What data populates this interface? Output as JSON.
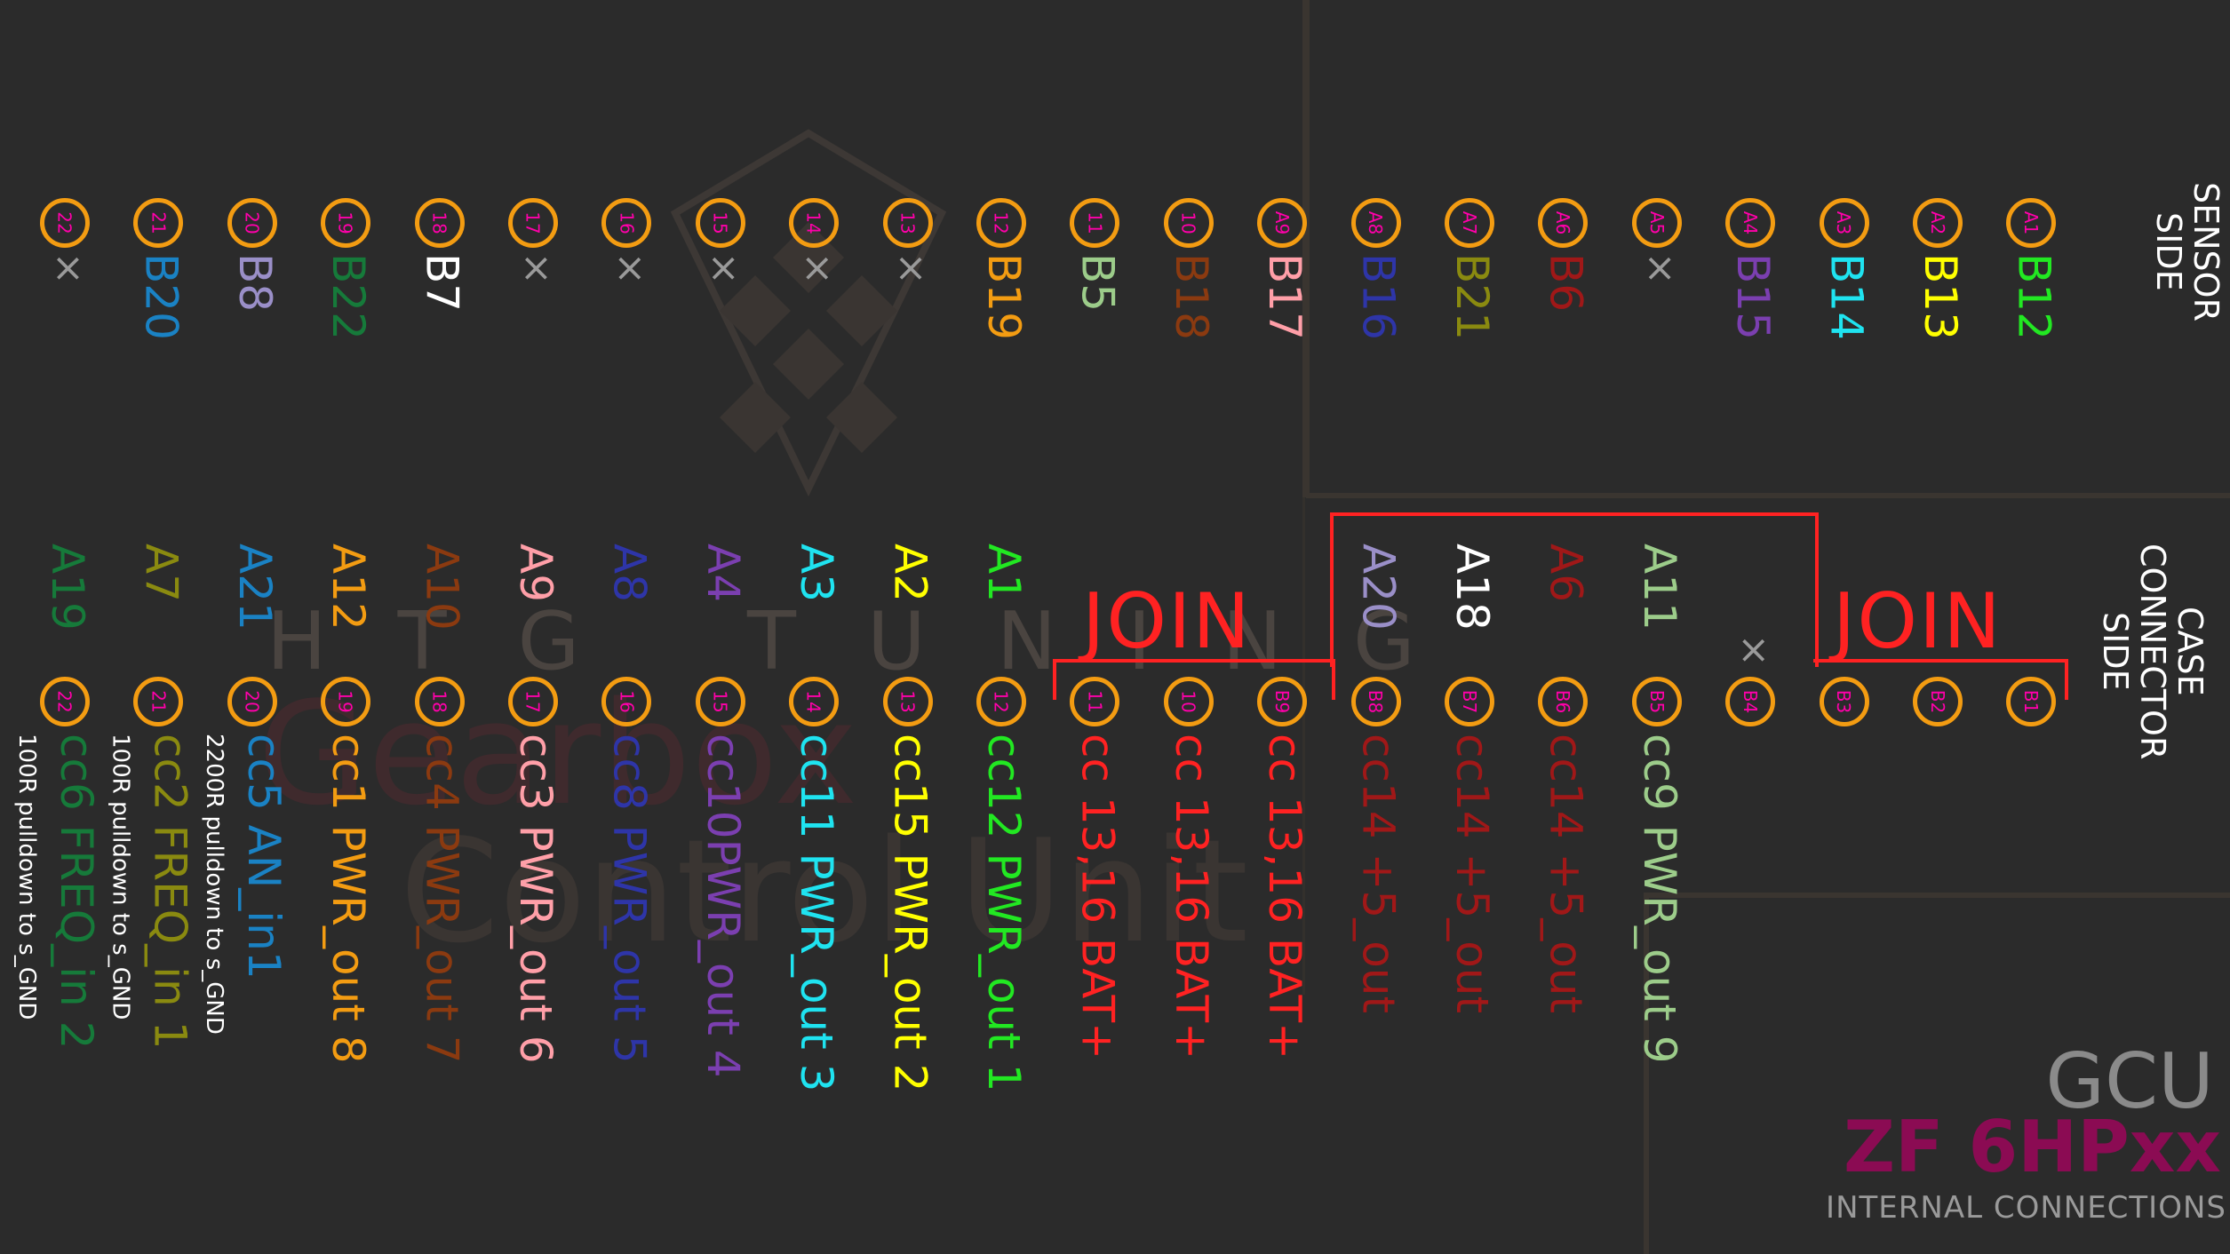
{
  "sensor_side": {
    "label": "SENSOR\nSIDE",
    "pins": [
      {
        "id": "A22",
        "num": "22",
        "mapped": "×",
        "color": "#9a9a9a",
        "x_mark": true
      },
      {
        "id": "A21",
        "num": "21",
        "mapped": "B20",
        "color": "#1a82c4"
      },
      {
        "id": "A20",
        "num": "20",
        "mapped": "B8",
        "color": "#9a8fc8"
      },
      {
        "id": "A19",
        "num": "19",
        "mapped": "B22",
        "color": "#167a3a"
      },
      {
        "id": "A18",
        "num": "18",
        "mapped": "B7",
        "color": "#ffffff"
      },
      {
        "id": "A17",
        "num": "17",
        "mapped": "×",
        "color": "#9a9a9a",
        "x_mark": true
      },
      {
        "id": "A16",
        "num": "16",
        "mapped": "×",
        "color": "#9a9a9a",
        "x_mark": true
      },
      {
        "id": "A15",
        "num": "15",
        "mapped": "×",
        "color": "#9a9a9a",
        "x_mark": true
      },
      {
        "id": "A14",
        "num": "14",
        "mapped": "×",
        "color": "#9a9a9a",
        "x_mark": true
      },
      {
        "id": "A13",
        "num": "13",
        "mapped": "×",
        "color": "#9a9a9a",
        "x_mark": true
      },
      {
        "id": "A12",
        "num": "12",
        "mapped": "B19",
        "color": "#f39c12"
      },
      {
        "id": "A11",
        "num": "11",
        "mapped": "B5",
        "color": "#9ccc8a"
      },
      {
        "id": "A10",
        "num": "10",
        "mapped": "B18",
        "color": "#8b3a10"
      },
      {
        "id": "A9",
        "num": "A9",
        "mapped": "B17",
        "color": "#ff9fa8"
      },
      {
        "id": "A8",
        "num": "A8",
        "mapped": "B16",
        "color": "#2e35a8"
      },
      {
        "id": "A7",
        "num": "A7",
        "mapped": "B21",
        "color": "#8a8a10"
      },
      {
        "id": "A6",
        "num": "A6",
        "mapped": "B6",
        "color": "#a01818"
      },
      {
        "id": "A5",
        "num": "A5",
        "mapped": "×",
        "color": "#9a9a9a",
        "x_mark": true
      },
      {
        "id": "A4",
        "num": "A4",
        "mapped": "B15",
        "color": "#7b3fb0"
      },
      {
        "id": "A3",
        "num": "A3",
        "mapped": "B14",
        "color": "#1fe3f0"
      },
      {
        "id": "A2",
        "num": "A2",
        "mapped": "B13",
        "color": "#ffff00"
      },
      {
        "id": "A1",
        "num": "A1",
        "mapped": "B12",
        "color": "#22e822"
      }
    ]
  },
  "case_side": {
    "label": "CASE\nCONNECTOR\nSIDE",
    "join_label": "JOIN",
    "pins": [
      {
        "id": "B22",
        "num": "22",
        "mapped": "A19",
        "color": "#167a3a",
        "desc": "cc6 FREQ_in 2",
        "note": "100R pulldown to s_GND"
      },
      {
        "id": "B21",
        "num": "21",
        "mapped": "A7",
        "color": "#8a8a10",
        "desc": "cc2 FREQ_in 1",
        "note": "100R pulldown to s_GND"
      },
      {
        "id": "B20",
        "num": "20",
        "mapped": "A21",
        "color": "#1a82c4",
        "desc": "cc5 AN_in1",
        "note": "2200R pulldown to s_GND"
      },
      {
        "id": "B19",
        "num": "19",
        "mapped": "A12",
        "color": "#f39c12",
        "desc": "cc1 PWR_out 8"
      },
      {
        "id": "B18",
        "num": "18",
        "mapped": "A10",
        "color": "#8b3a10",
        "desc": "cc4 PWR_out 7"
      },
      {
        "id": "B17",
        "num": "17",
        "mapped": "A9",
        "color": "#ff9fa8",
        "desc": "cc3 PWR_out 6"
      },
      {
        "id": "B16",
        "num": "16",
        "mapped": "A8",
        "color": "#2e35a8",
        "desc": "cc8 PWR_out 5"
      },
      {
        "id": "B15",
        "num": "15",
        "mapped": "A4",
        "color": "#7b3fb0",
        "desc": "cc10PWR_out 4"
      },
      {
        "id": "B14",
        "num": "14",
        "mapped": "A3",
        "color": "#1fe3f0",
        "desc": "cc11 PWR_out 3"
      },
      {
        "id": "B13",
        "num": "13",
        "mapped": "A2",
        "color": "#ffff00",
        "desc": "cc15 PWR_out 2"
      },
      {
        "id": "B12",
        "num": "12",
        "mapped": "A1",
        "color": "#22e822",
        "desc": "cc12 PWR_out 1"
      },
      {
        "id": "B11",
        "num": "11",
        "mapped": "",
        "color": "#ff2222",
        "desc": "cc 13,16 BAT+"
      },
      {
        "id": "B10",
        "num": "10",
        "mapped": "",
        "color": "#ff2222",
        "desc": "cc 13,16 BAT+"
      },
      {
        "id": "B9",
        "num": "B9",
        "mapped": "",
        "color": "#ff2222",
        "desc": "cc 13,16 BAT+"
      },
      {
        "id": "B8",
        "num": "B8",
        "mapped": "A20",
        "color": "#9a8fc8",
        "desc": "cc14 +5_out",
        "desc_color": "#a01818"
      },
      {
        "id": "B7",
        "num": "B7",
        "mapped": "A18",
        "color": "#ffffff",
        "desc": "cc14 +5_out",
        "desc_color": "#a01818"
      },
      {
        "id": "B6",
        "num": "B6",
        "mapped": "A6",
        "color": "#a01818",
        "desc": "cc14 +5_out"
      },
      {
        "id": "B5",
        "num": "B5",
        "mapped": "A11",
        "color": "#9ccc8a",
        "desc": "cc9 PWR_out 9"
      },
      {
        "id": "B4",
        "num": "B4",
        "mapped": "×",
        "color": "#9a9a9a",
        "x_mark": true,
        "desc": ""
      },
      {
        "id": "B3",
        "num": "B3",
        "mapped": "",
        "color": "#ff2222",
        "desc": ""
      },
      {
        "id": "B2",
        "num": "B2",
        "mapped": "",
        "color": "#ff2222",
        "desc": ""
      },
      {
        "id": "B1",
        "num": "B1",
        "mapped": "",
        "color": "#ff2222",
        "desc": ""
      }
    ]
  },
  "watermark": {
    "row": "HTG TUNING",
    "line1": "Gearbox",
    "line2": "Control Unit"
  },
  "title": {
    "gcu": "GCU",
    "model": "ZF 6HPxx",
    "subtitle": "INTERNAL CONNECTIONS"
  },
  "colors": {
    "background": "#2b2b2b",
    "pin_ring": "#f39c12",
    "pin_text": "#ff00aa",
    "join": "#ff2222"
  }
}
